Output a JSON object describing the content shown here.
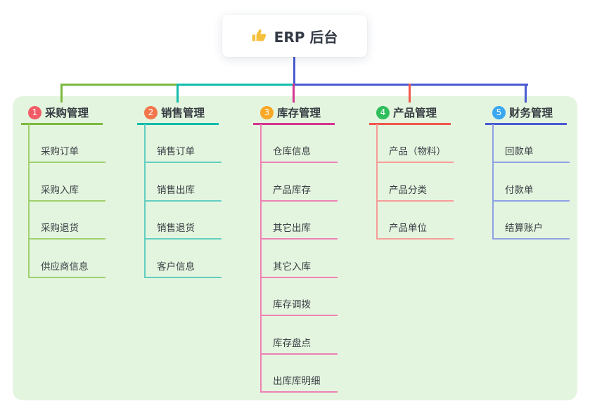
{
  "root_node": {
    "icon": "thumbs-up-icon",
    "title": "ERP 后台"
  },
  "colors": {
    "root_connector": "#4A5BD3",
    "panel_background": "#E4F5DF",
    "canvas_background": "#FFFFFF",
    "topic_text": "#353B41",
    "item_text": "#3A4046",
    "icon_gold": "#F5C03B"
  },
  "branches": [
    {
      "number": "1",
      "label": "采购管理",
      "badge_color": "#F25C66",
      "line_color": "#7CBA3F",
      "sub_line_color": "#9FD06E",
      "items": [
        "采购订单",
        "采购入库",
        "采购退货",
        "供应商信息"
      ]
    },
    {
      "number": "2",
      "label": "销售管理",
      "badge_color": "#F2764B",
      "line_color": "#12BCAD",
      "sub_line_color": "#63CEC1",
      "items": [
        "销售订单",
        "销售出库",
        "销售退货",
        "客户信息"
      ]
    },
    {
      "number": "3",
      "label": "库存管理",
      "badge_color": "#F9A826",
      "line_color": "#D43590",
      "sub_line_color": "#EE82B5",
      "items": [
        "仓库信息",
        "产品库存",
        "其它出库",
        "其它入库",
        "库存调拨",
        "库存盘点",
        "出库库明细"
      ]
    },
    {
      "number": "4",
      "label": "产品管理",
      "badge_color": "#2EBE5B",
      "line_color": "#F2574C",
      "sub_line_color": "#F79C98",
      "items": [
        "产品（物料）",
        "产品分类",
        "产品单位"
      ]
    },
    {
      "number": "5",
      "label": "财务管理",
      "badge_color": "#3BA7F0",
      "line_color": "#4A5BD3",
      "sub_line_color": "#8FA0E5",
      "items": [
        "回款单",
        "付款单",
        "结算账户"
      ]
    }
  ]
}
